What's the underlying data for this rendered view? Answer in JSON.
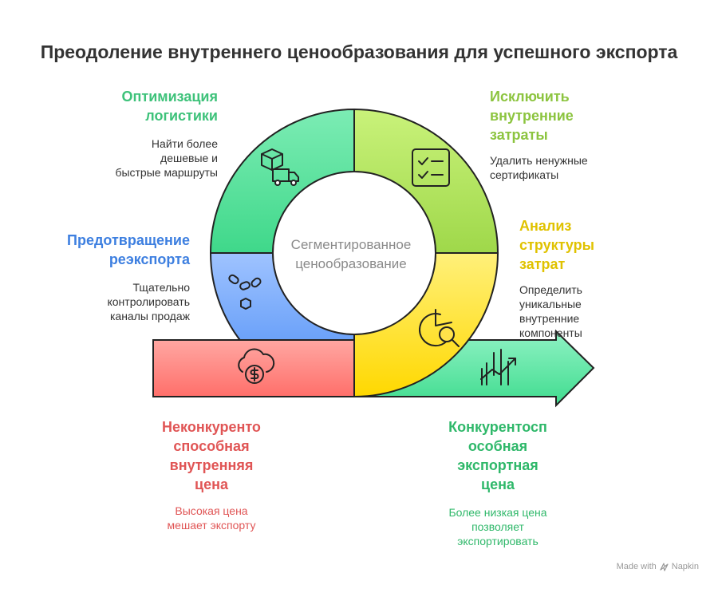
{
  "title": "Преодоление внутреннего ценообразования для успешного экспорта",
  "center": {
    "line1": "Сегментированное",
    "line2": "ценообразование"
  },
  "segments": [
    {
      "id": "logistics",
      "title_lines": [
        "Оптимизация",
        "логистики"
      ],
      "desc_lines": [
        "Найти более",
        "дешевые и",
        "быстрые маршруты"
      ],
      "color": "#3ec27a",
      "icon": "delivery-truck-icon"
    },
    {
      "id": "internal-costs",
      "title_lines": [
        "Исключить",
        "внутренние",
        "затраты"
      ],
      "desc_lines": [
        "Удалить ненужные",
        "сертификаты"
      ],
      "color": "#8cc43f",
      "icon": "checklist-icon"
    },
    {
      "id": "cost-structure",
      "title_lines": [
        "Анализ",
        "структуры",
        "затрат"
      ],
      "desc_lines": [
        "Определить",
        "уникальные",
        "внутренние",
        "компоненты"
      ],
      "color": "#e0c200",
      "icon": "pie-chart-search-icon"
    },
    {
      "id": "reexport",
      "title_lines": [
        "Предотвращение",
        "реэкспорта"
      ],
      "desc_lines": [
        "Тщательно",
        "контролировать",
        "каналы продаж"
      ],
      "color": "#3d7fe0",
      "icon": "chain-link-icon"
    },
    {
      "id": "domestic-price",
      "title_lines": [
        "Неконкуренто",
        "способная",
        "внутренняя",
        "цена"
      ],
      "desc_lines": [
        "Высокая цена",
        "мешает экспорту"
      ],
      "color": "#e05555",
      "icon": "money-cloud-icon"
    },
    {
      "id": "export-price",
      "title_lines": [
        "Конкурентосп",
        "особная",
        "экспортная",
        "цена"
      ],
      "desc_lines": [
        "Более низкая цена",
        "позволяет",
        "экспортировать"
      ],
      "color": "#2fb86a",
      "icon": "growth-chart-icon"
    }
  ],
  "footer": {
    "made_with": "Made with",
    "brand": "Napkin"
  }
}
